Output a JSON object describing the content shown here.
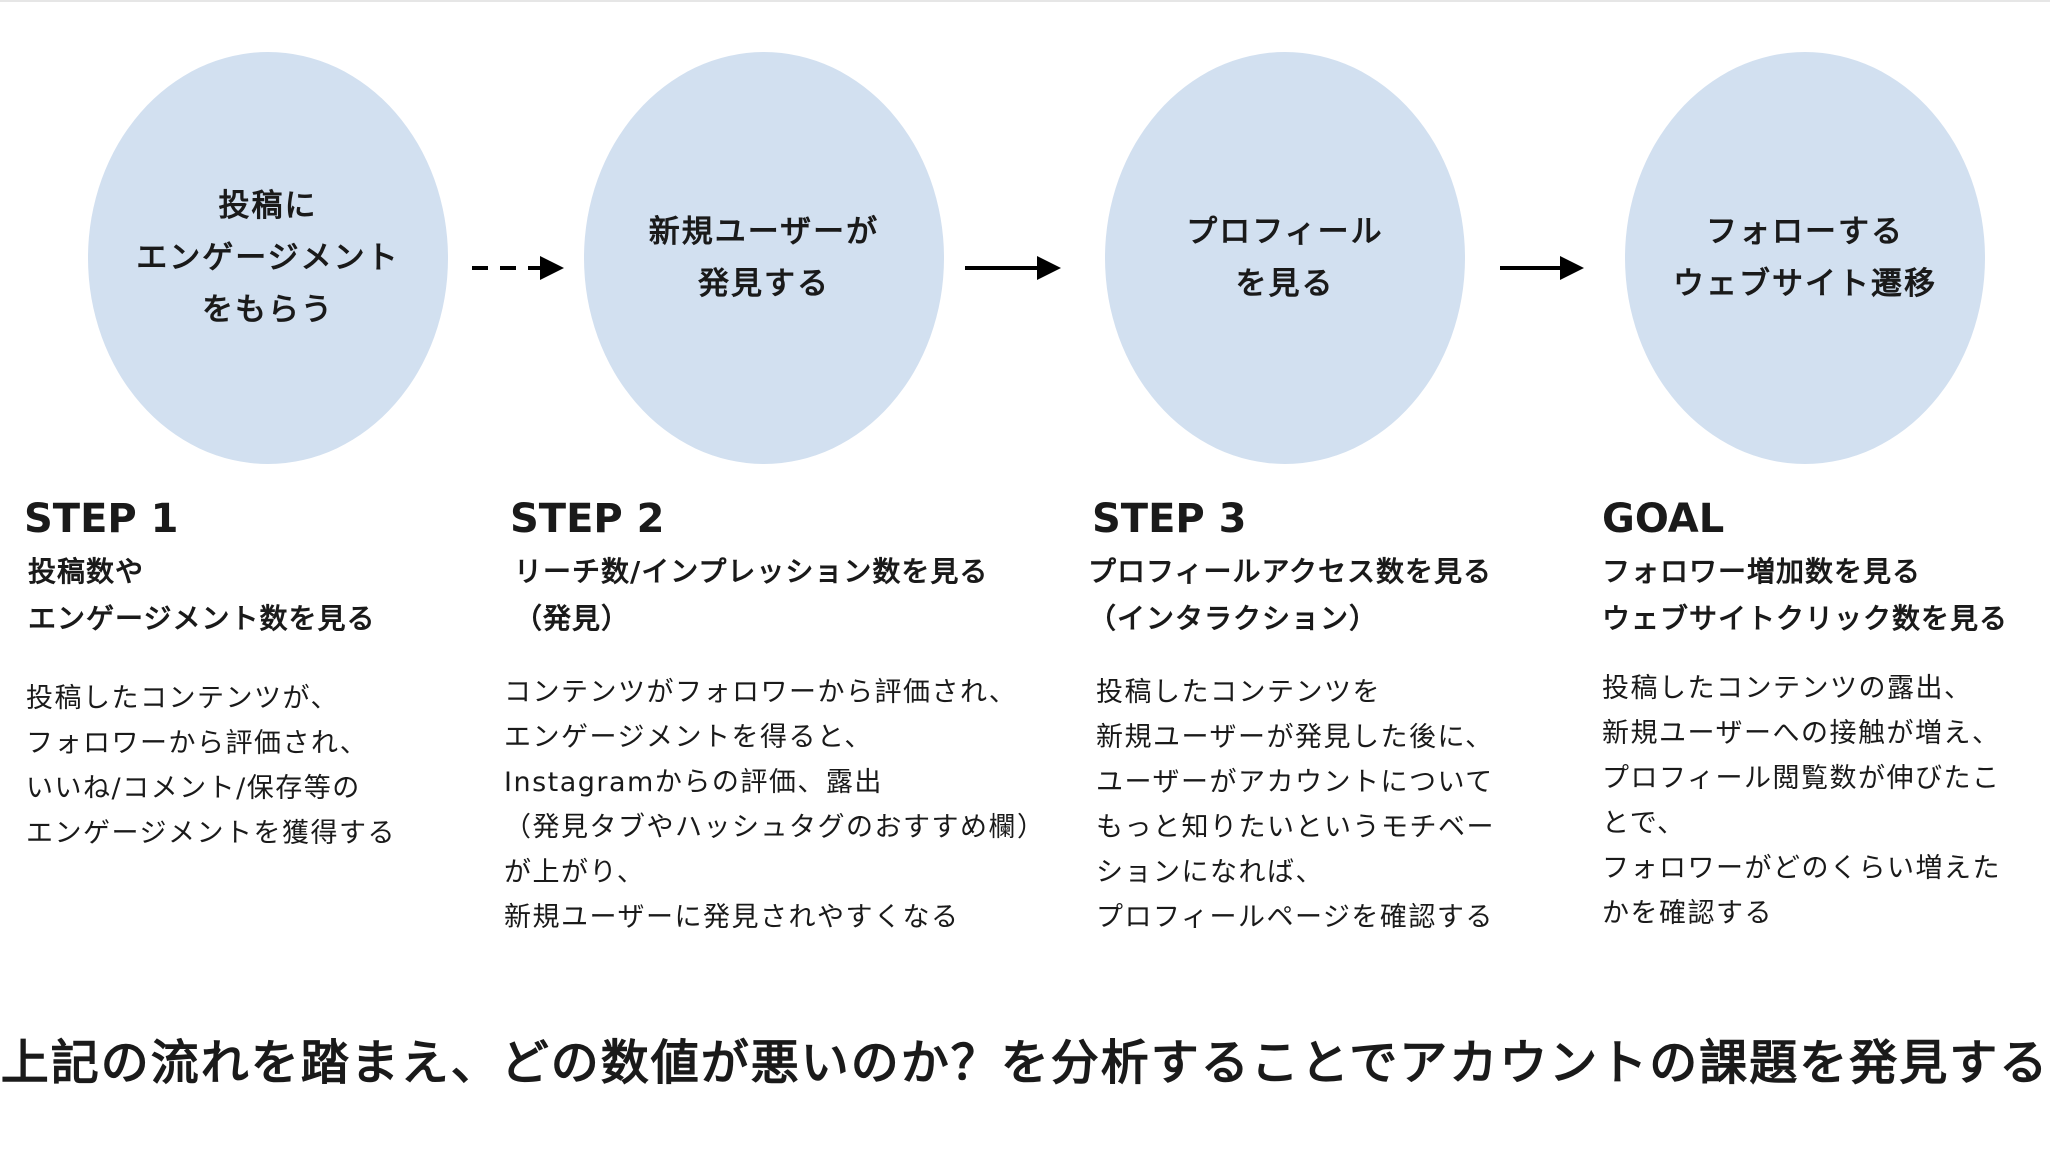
{
  "circles": [
    {
      "text": "投稿に\nエンゲージメント\nをもらう"
    },
    {
      "text": "新規ユーザーが\n発見する"
    },
    {
      "text": "プロフィール\nを見る"
    },
    {
      "text": "フォローする\nウェブサイト遷移"
    }
  ],
  "steps": [
    {
      "label": "STEP 1",
      "subtitle": "投稿数や\nエンゲージメント数を見る",
      "description": "投稿したコンテンツが、\nフォロワーから評価され、\nいいね/コメント/保存等の\nエンゲージメントを獲得する"
    },
    {
      "label": "STEP 2",
      "subtitle": "リーチ数/インプレッション数を見る\n（発見）",
      "description": "コンテンツがフォロワーから評価され、\nエンゲージメントを得ると、\nInstagramからの評価、露出\n（発見タブやハッシュタグのおすすめ欄）\nが上がり、\n新規ユーザーに発見されやすくなる"
    },
    {
      "label": "STEP 3",
      "subtitle": "プロフィールアクセス数を見る\n（インタラクション）",
      "description": "投稿したコンテンツを\n新規ユーザーが発見した後に、\nユーザーがアカウントについて\nもっと知りたいというモチベー\nションになれば、\nプロフィールページを確認する"
    },
    {
      "label": "GOAL",
      "subtitle": "フォロワー増加数を見る\nウェブサイトクリック数を見る",
      "description": "投稿したコンテンツの露出、\n新規ユーザーへの接触が増え、\nプロフィール閲覧数が伸びたこ\nとで、\nフォロワーがどのくらい増えた\nかを確認する"
    }
  ],
  "conclusion": "上記の流れを踏まえ、どの数値が悪いのか？を分析することでアカウントの課題を発見する",
  "colors": {
    "circle_fill": "#d2e0f0",
    "text": "#1a1a1a"
  }
}
